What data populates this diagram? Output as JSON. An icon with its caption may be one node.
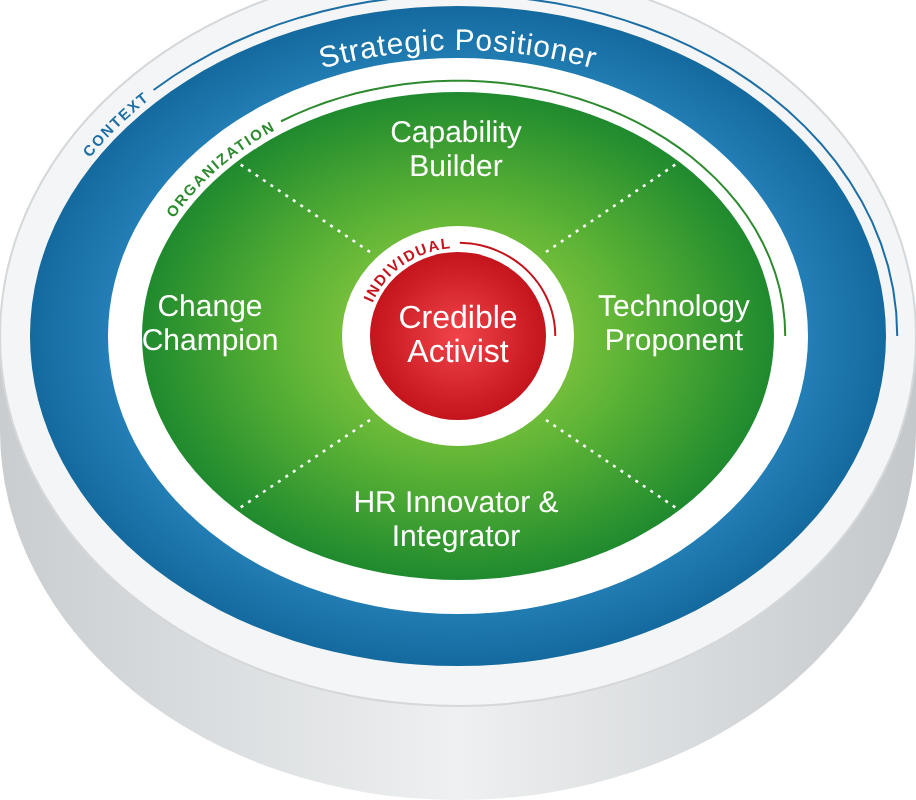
{
  "diagram": {
    "nodes": [
      {
        "text": [
          "CONTEXT",
          "Strategic Positioner"
        ]
      },
      {
        "text": [
          "ORGANIZATION",
          "Capability Builder",
          "Change Champion",
          "Technology Proponent",
          "HR Innovator & Integrator"
        ],
        "in": 0
      },
      {
        "text": [
          "INDIVIDUAL",
          "Credible Activist"
        ],
        "in": 1
      }
    ]
  }
}
